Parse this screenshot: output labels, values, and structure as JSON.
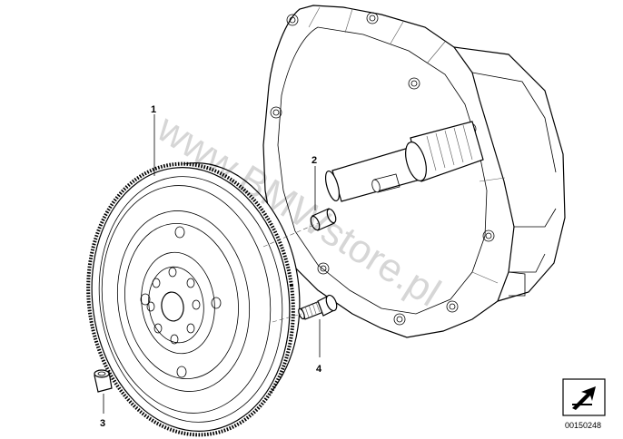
{
  "callouts": [
    {
      "number": "1",
      "part": "flywheel"
    },
    {
      "number": "2",
      "part": "dowel-sleeve"
    },
    {
      "number": "3",
      "part": "bushing"
    },
    {
      "number": "4",
      "part": "bolt"
    }
  ],
  "watermark": "www.BMWstore.pl",
  "reference_number": "00150248",
  "icons": {
    "navigate": "diagonal-arrow-icon"
  },
  "colors": {
    "line": "#000000",
    "background": "#ffffff"
  }
}
